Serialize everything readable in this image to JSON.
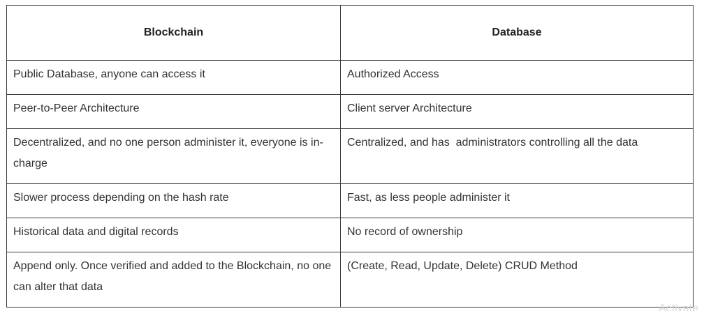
{
  "table": {
    "headers": [
      "Blockchain",
      "Database"
    ],
    "rows": [
      [
        "Public Database, anyone can access it",
        "Authorized Access"
      ],
      [
        "Peer-to-Peer Architecture",
        "Client server Architecture"
      ],
      [
        "Decentralized, and no one person administer it, everyone is in-charge",
        "Centralized, and has  administrators controlling all the data"
      ],
      [
        "Slower process depending on the hash rate",
        "Fast, as less people administer it"
      ],
      [
        "Historical data and digital records",
        "No record of ownership"
      ],
      [
        "Append only. Once verified and added to the Blockchain, no one can alter that data",
        "(Create, Read, Update, Delete) CRUD Method"
      ]
    ]
  },
  "watermark": "Activate"
}
